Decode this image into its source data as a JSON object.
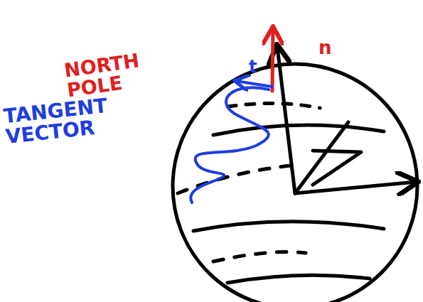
{
  "diagram": {
    "labels": [
      "NORTH POLE",
      "TANGENT VECTOR",
      "t",
      "n"
    ]
  }
}
